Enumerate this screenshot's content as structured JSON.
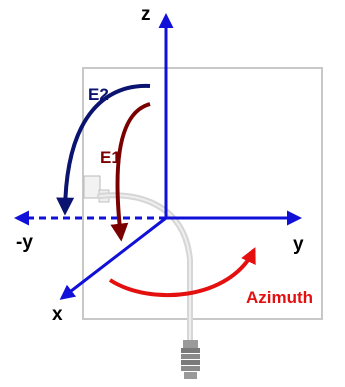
{
  "labels": {
    "z": "z",
    "y": "y",
    "neg_y": "-y",
    "x": "x",
    "e1": "E1",
    "e2": "E2",
    "azimuth": "Azimuth"
  },
  "colors": {
    "axis": "#1010d8",
    "e1": "#7a0000",
    "e2": "#0a1470",
    "azimuth": "#e41010",
    "axis_label": "#000000",
    "panel_border": "#c8c8c8",
    "cable": "#d6d6d6"
  }
}
